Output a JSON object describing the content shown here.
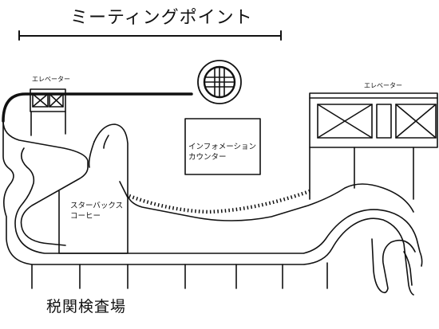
{
  "map": {
    "title": "ミーティングポイント",
    "elevator_left": "エレベーター",
    "elevator_right": "エレベーター",
    "information_line1": "インフォメーション",
    "information_line2": "カウンター",
    "starbucks_line1": "スターバックス",
    "starbucks_line2": "コーヒー",
    "customs": "税関検査場"
  },
  "icons": {
    "clock": "clock-icon",
    "elevator": "elevator-icon"
  },
  "colors": {
    "line": "#111111",
    "background": "#ffffff"
  }
}
